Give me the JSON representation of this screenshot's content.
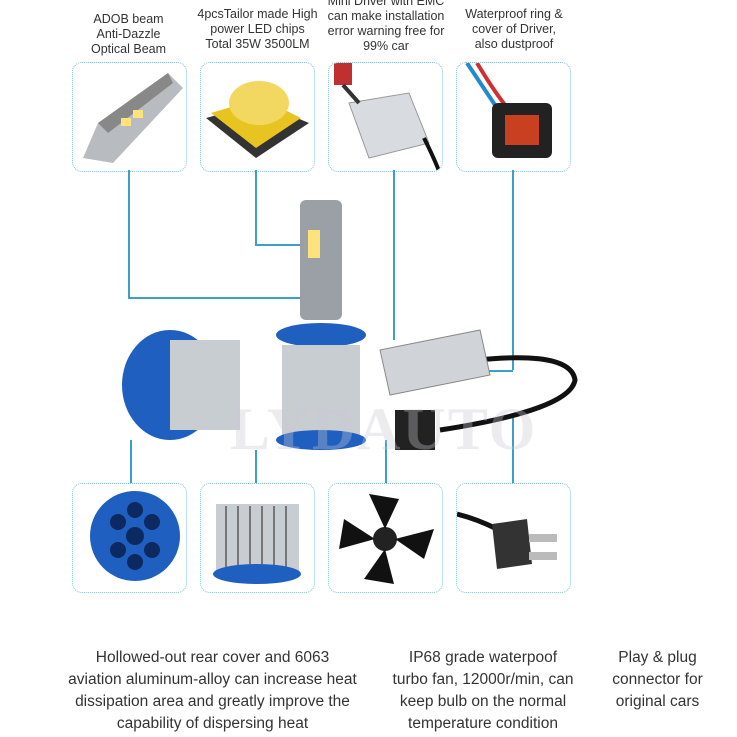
{
  "top_features": [
    {
      "lines": [
        "ADOB beam",
        "Anti-Dazzle",
        "Optical Beam"
      ]
    },
    {
      "lines": [
        "4pcsTailor made High",
        "power LED chips",
        "Total 35W 3500LM"
      ]
    },
    {
      "lines": [
        "Mini Driver with EMC",
        "can make installation",
        "error warning free for",
        "99% car"
      ]
    },
    {
      "lines": [
        "Waterproof ring &",
        "cover of Driver,",
        "also dustproof"
      ]
    }
  ],
  "bottom_features": [
    {
      "lines": [
        "Hollowed-out rear cover and 6063",
        "aviation aluminum-alloy can increase heat",
        "dissipation area and greatly improve the",
        "capability of dispersing heat"
      ]
    },
    {
      "lines": [
        "IP68 grade waterpoof",
        "turbo fan, 12000r/min, can",
        "keep bulb on the normal",
        "temperature condition"
      ]
    },
    {
      "lines": [
        "Play & plug",
        "connector for",
        "original cars"
      ]
    }
  ],
  "watermark": "LYDAUTO",
  "colors": {
    "accent_line": "#3aa0c8",
    "blue_part": "#1f5fc0",
    "aluminum": "#c8cdd2"
  }
}
